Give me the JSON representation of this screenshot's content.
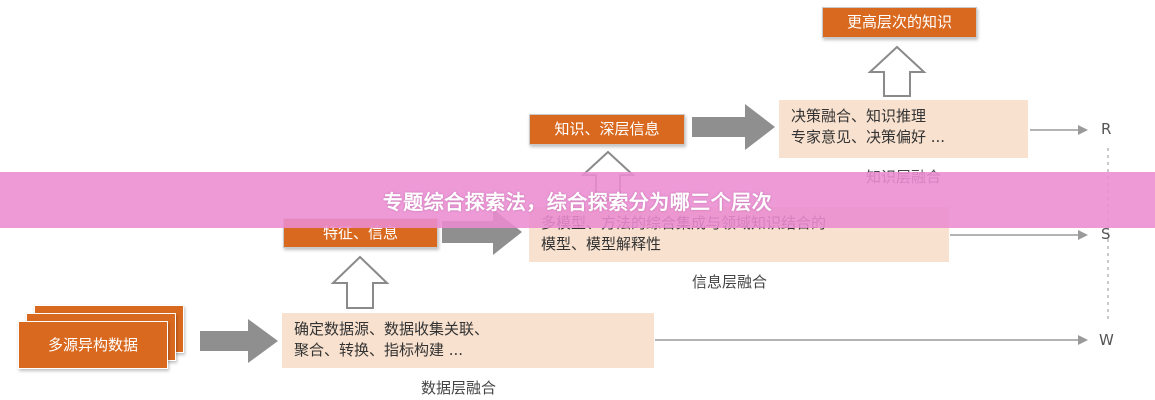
{
  "banner": {
    "title": "专题综合探索法，综合探索分为哪三个层次"
  },
  "diagram": {
    "top_box": "更高层次的知识",
    "knowledge_layer": {
      "input_box": "知识、深层信息",
      "detail_line1": "决策融合、知识推理",
      "detail_line2": "专家意见、决策偏好 ...",
      "caption": "知识层融合"
    },
    "info_layer": {
      "input_box": "特征、信息",
      "detail_line1": "多模型、方法的综合集成与领域知识结合的",
      "detail_line2": "模型、模型解释性",
      "caption": "信息层融合"
    },
    "data_layer": {
      "input_box": "多源异构数据",
      "detail_line1": "确定数据源、数据收集关联、",
      "detail_line2": "聚合、转换、指标构建 ...",
      "caption": "数据层融合"
    },
    "axis_labels": [
      "R",
      "S",
      "W"
    ]
  },
  "colors": {
    "orange": "#d9691f",
    "peach": "#f8e1cf",
    "arrow_gray": "#8f8f8f",
    "banner_pink": "#ea8cd2"
  }
}
